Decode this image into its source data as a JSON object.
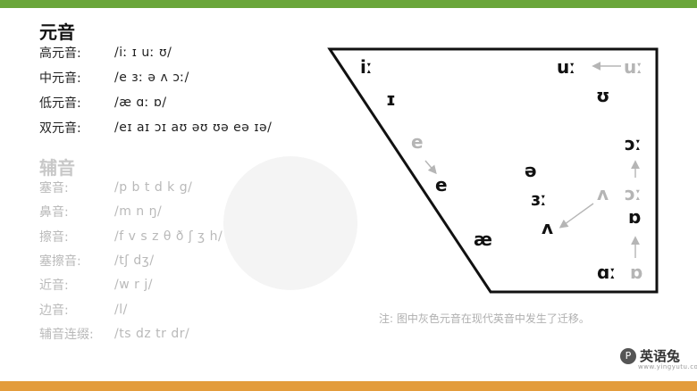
{
  "vowels": {
    "heading": "元音",
    "rows": [
      {
        "label": "高元音:",
        "value": "/iː  ɪ  uː  ʊ/"
      },
      {
        "label": "中元音:",
        "value": "/e  ɜː  ə  ʌ  ɔː/"
      },
      {
        "label": "低元音:",
        "value": "/æ  ɑː  ɒ/"
      },
      {
        "label": "双元音:",
        "value": "/eɪ  aɪ  ɔɪ  aʊ  əʊ  ʊə  eə  ɪə/"
      }
    ]
  },
  "consonants": {
    "heading": "辅音",
    "rows": [
      {
        "label": "塞音:",
        "value": "/p  b  t  d  k  g/"
      },
      {
        "label": "鼻音:",
        "value": "/m  n  ŋ/"
      },
      {
        "label": "擦音:",
        "value": "/f  v  s  z  θ  ð  ʃ  ʒ  h/"
      },
      {
        "label": "塞擦音:",
        "value": "/tʃ  dʒ/"
      },
      {
        "label": "近音:",
        "value": "/w  r  j/"
      },
      {
        "label": "边音:",
        "value": "/l/"
      },
      {
        "label": "辅音连缀:",
        "value": "/ts  dz  tr  dr/"
      }
    ]
  },
  "chart": {
    "symbols": [
      {
        "key": "i",
        "text": "iː",
        "color": "#111111"
      },
      {
        "key": "u",
        "text": "uː",
        "color": "#111111"
      },
      {
        "key": "u_old",
        "text": "uː",
        "color": "#b5b5b5"
      },
      {
        "key": "I",
        "text": "ɪ",
        "color": "#111111"
      },
      {
        "key": "U",
        "text": "ʊ",
        "color": "#111111"
      },
      {
        "key": "e_old",
        "text": "e",
        "color": "#b5b5b5"
      },
      {
        "key": "e",
        "text": "e",
        "color": "#111111"
      },
      {
        "key": "schwa",
        "text": "ə",
        "color": "#111111"
      },
      {
        "key": "er",
        "text": "ɜː",
        "color": "#111111"
      },
      {
        "key": "wedge",
        "text": "ʌ",
        "color": "#111111"
      },
      {
        "key": "wedge_old",
        "text": "ʌ",
        "color": "#b5b5b5"
      },
      {
        "key": "or",
        "text": "ɔː",
        "color": "#111111"
      },
      {
        "key": "or_old",
        "text": "ɔː",
        "color": "#b5b5b5"
      },
      {
        "key": "ae",
        "text": "æ",
        "color": "#111111"
      },
      {
        "key": "o",
        "text": "ɒ",
        "color": "#111111"
      },
      {
        "key": "a",
        "text": "ɑː",
        "color": "#111111"
      },
      {
        "key": "o_old",
        "text": "ɒ",
        "color": "#b5b5b5"
      }
    ],
    "note": "注: 图中灰色元音在现代英音中发生了迁移。"
  },
  "logo": {
    "mark": "P",
    "name": "英语兔",
    "site": "www.yingyutu.com"
  },
  "colors": {
    "top_bar": "#6aa63a",
    "bottom_bar": "#e39c3c",
    "shifted": "#b5b5b5"
  }
}
